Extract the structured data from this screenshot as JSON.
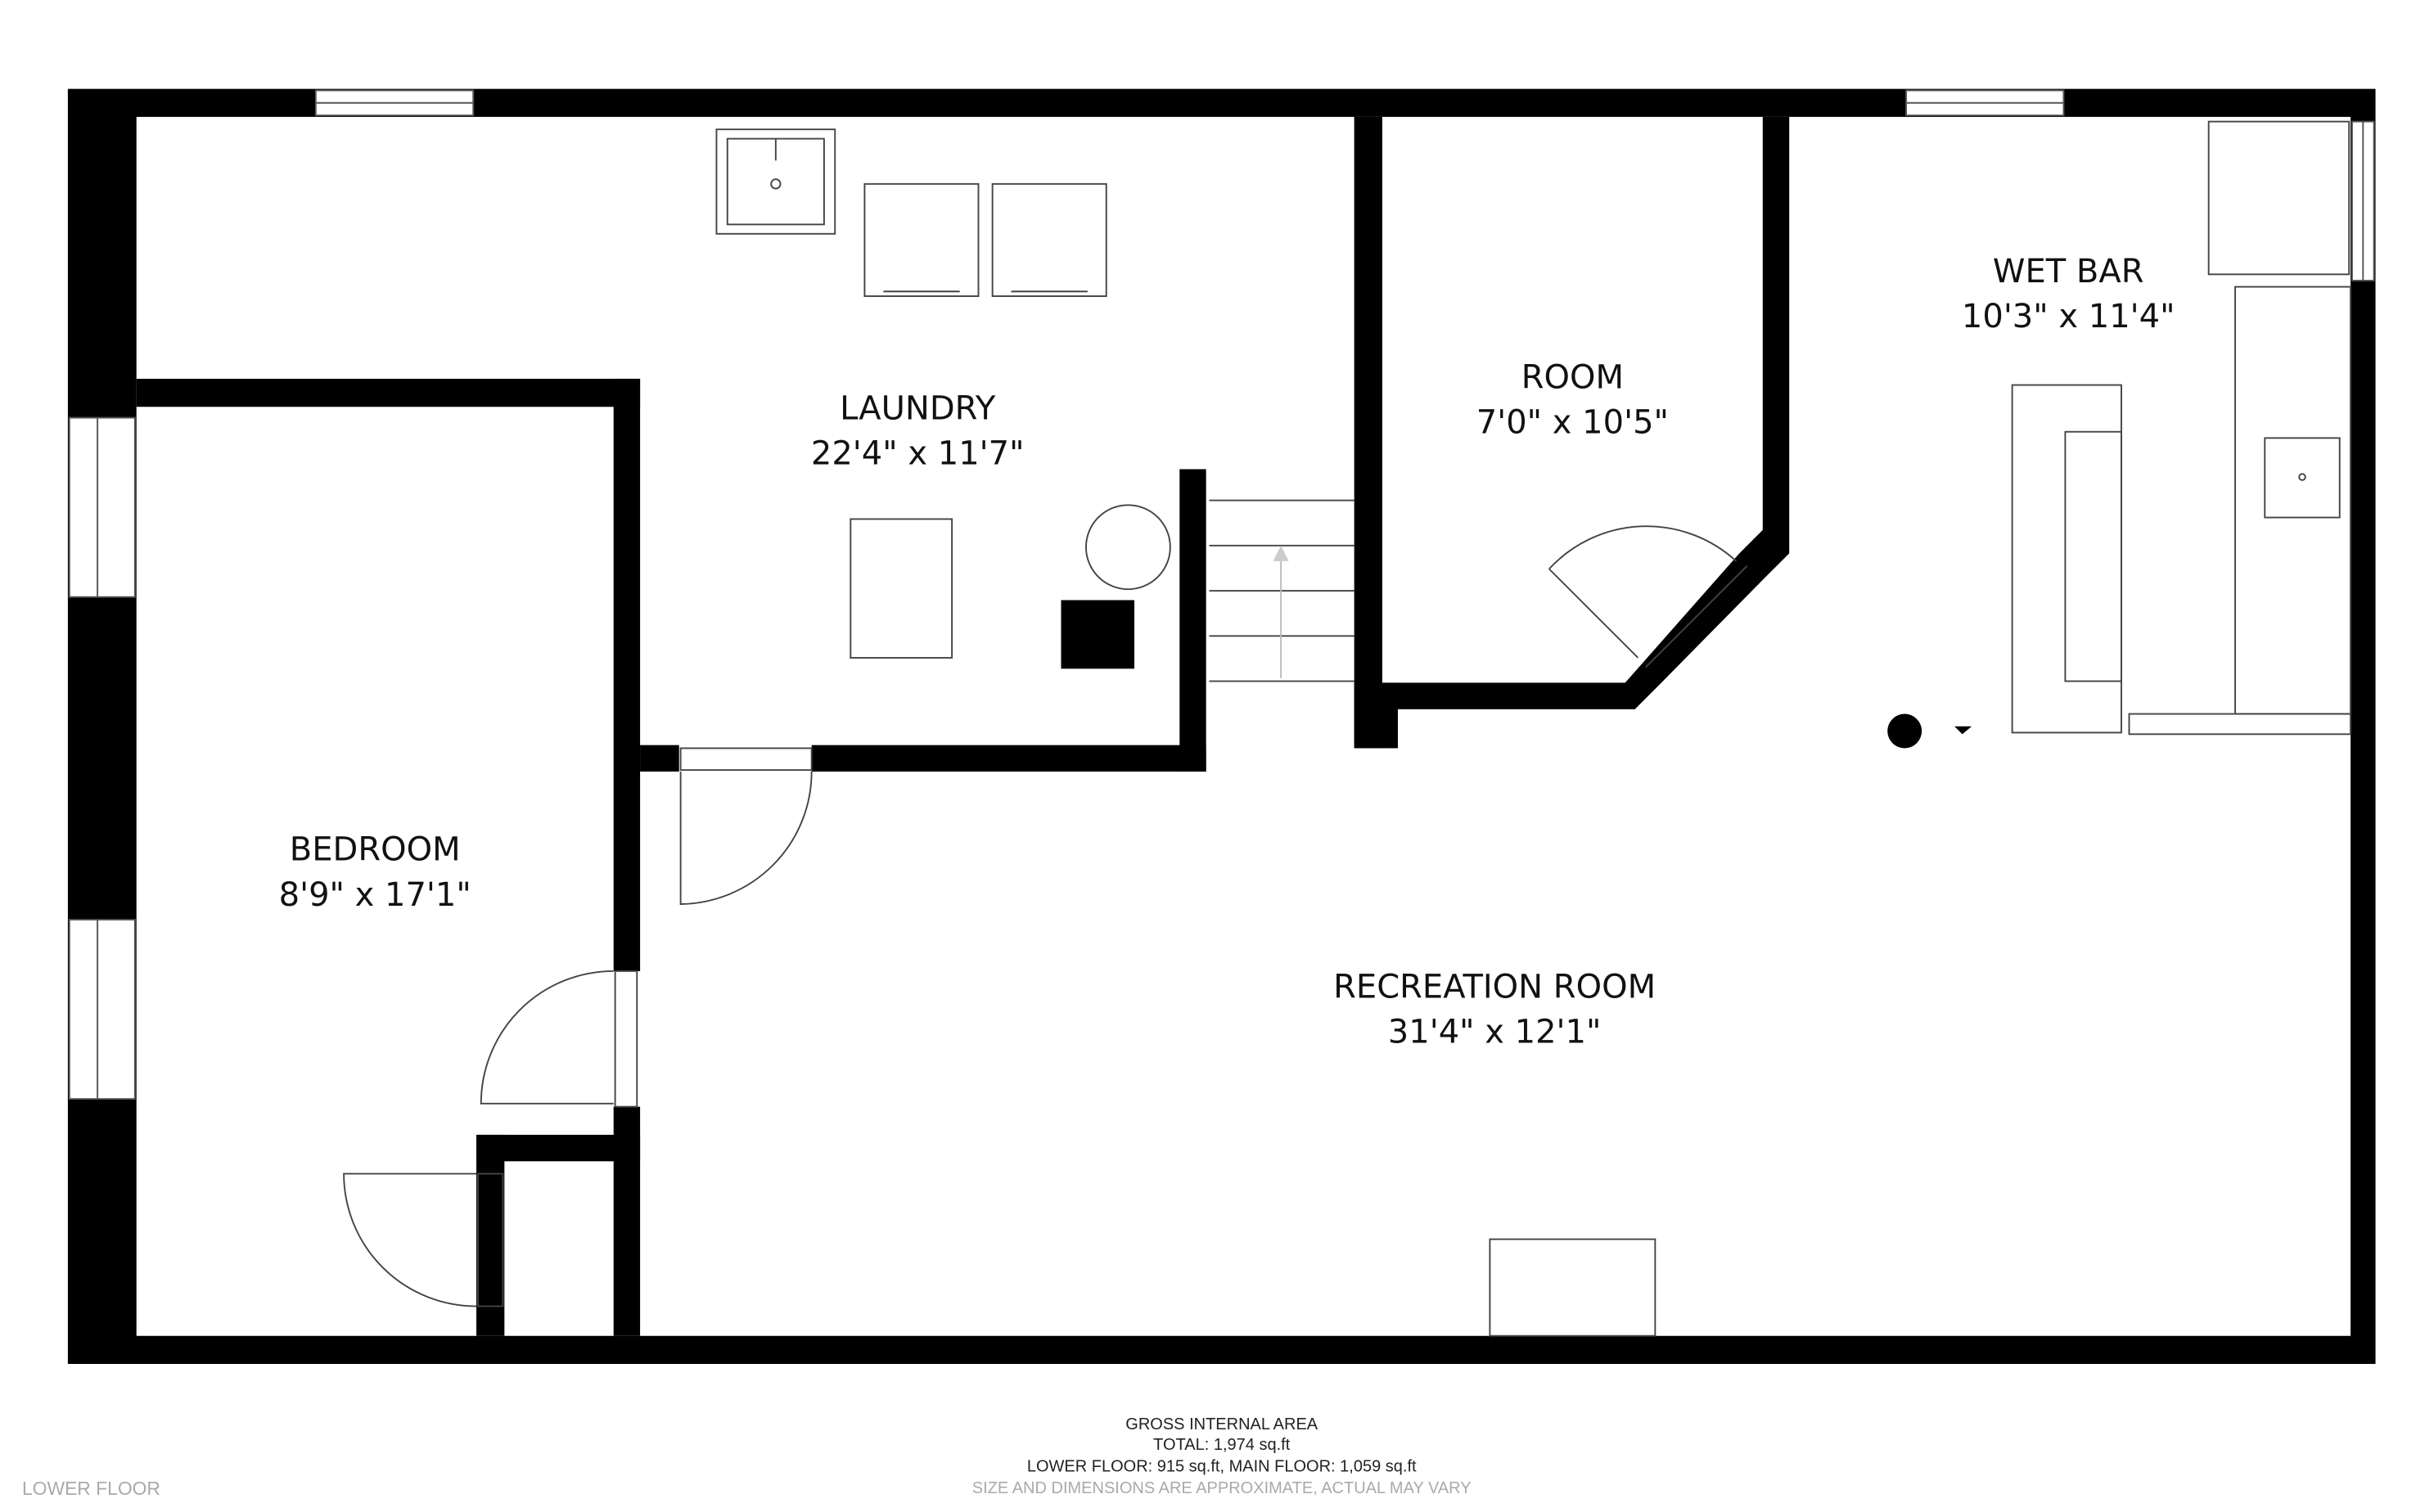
{
  "rooms": {
    "laundry": {
      "name": "LAUNDRY",
      "dims": "22'4\" x 11'7\""
    },
    "room": {
      "name": "ROOM",
      "dims": "7'0\" x 10'5\""
    },
    "wet_bar": {
      "name": "WET BAR",
      "dims": "10'3\" x 11'4\""
    },
    "bedroom": {
      "name": "BEDROOM",
      "dims": "8'9\" x 17'1\""
    },
    "recreation": {
      "name": "RECREATION ROOM",
      "dims": "31'4\" x 12'1\""
    }
  },
  "footer": {
    "title": "GROSS INTERNAL AREA",
    "total": "TOTAL: 1,974 sq.ft",
    "floors": "LOWER FLOOR: 915 sq.ft, MAIN FLOOR: 1,059 sq.ft",
    "disclaimer": "SIZE AND DIMENSIONS ARE APPROXIMATE, ACTUAL MAY VARY",
    "floor_label": "LOWER FLOOR"
  },
  "colors": {
    "wall": "#000000",
    "text": "#111111",
    "muted": "#aaaaaa"
  }
}
